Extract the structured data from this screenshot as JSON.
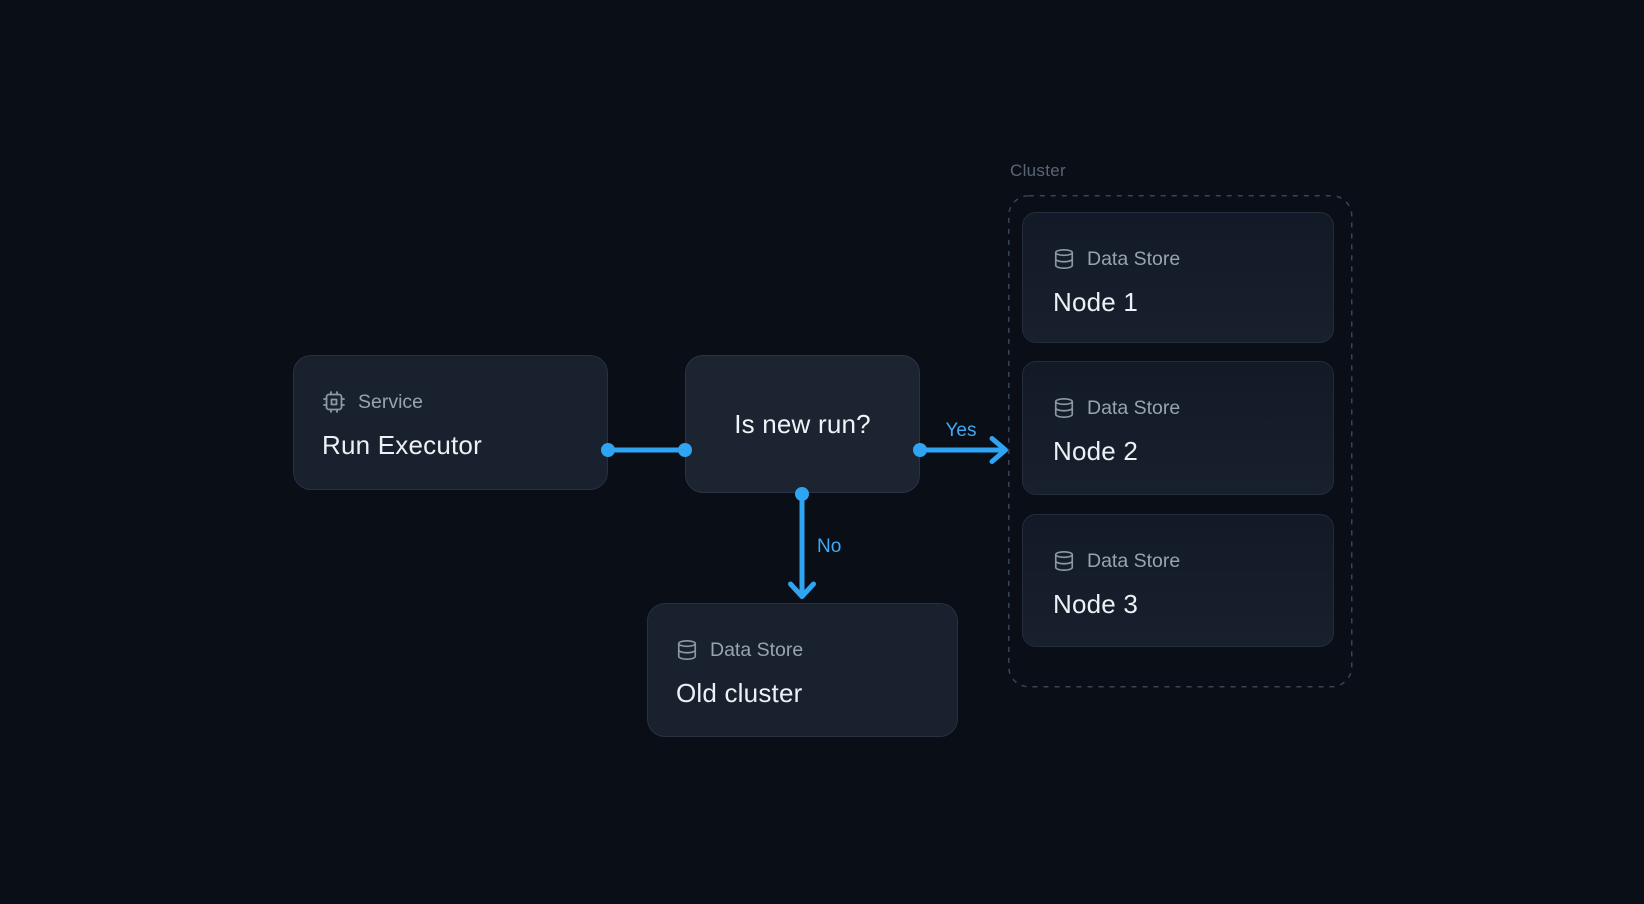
{
  "canvas": {
    "background_color": "#0a0e16",
    "accent_color": "#2fa4f2",
    "muted_label_color": "#98a3b0",
    "title_color": "#edf1f5"
  },
  "service": {
    "type_label": "Service",
    "name": "Run Executor",
    "icon": "cpu-icon"
  },
  "decision": {
    "question": "Is new run?"
  },
  "edges": {
    "yes_label": "Yes",
    "no_label": "No"
  },
  "old_cluster": {
    "type_label": "Data Store",
    "name": "Old cluster",
    "icon": "database-icon"
  },
  "cluster": {
    "label": "Cluster",
    "nodes": [
      {
        "type_label": "Data Store",
        "name": "Node 1",
        "icon": "database-icon"
      },
      {
        "type_label": "Data Store",
        "name": "Node 2",
        "icon": "database-icon"
      },
      {
        "type_label": "Data Store",
        "name": "Node 3",
        "icon": "database-icon"
      }
    ]
  }
}
